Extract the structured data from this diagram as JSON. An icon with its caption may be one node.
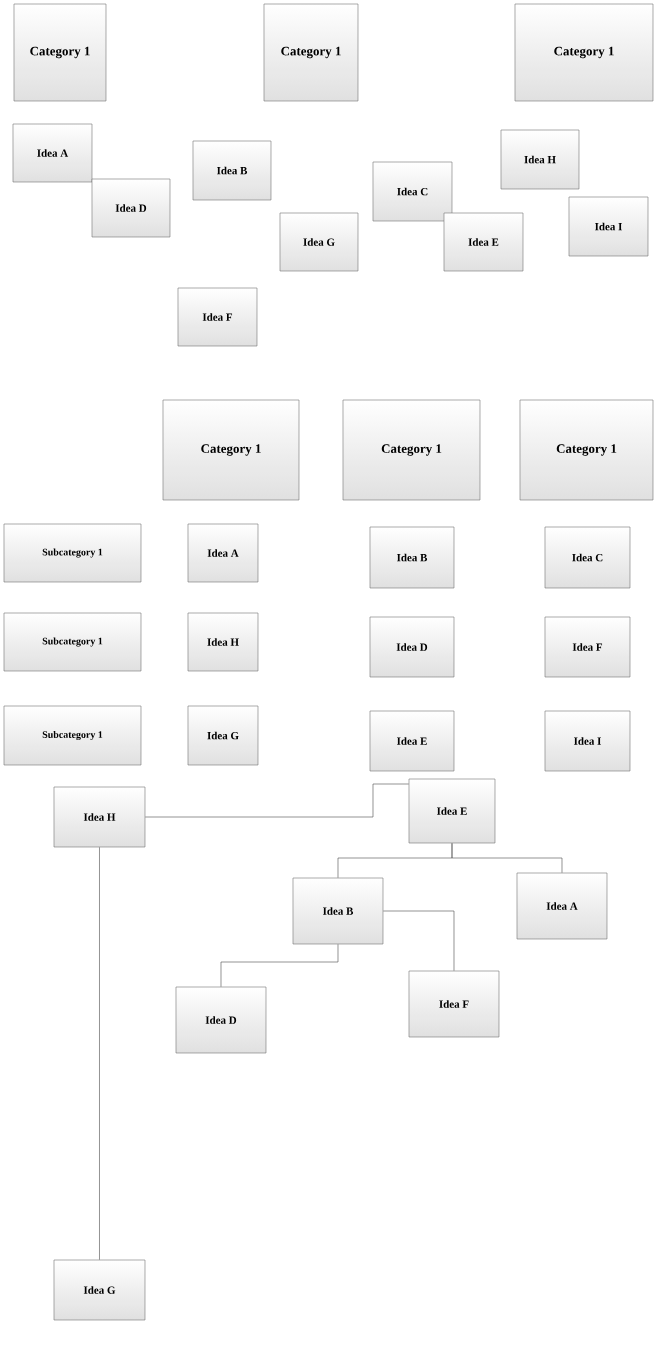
{
  "diagram": {
    "nodes": [
      {
        "text": [
          "Category 1"
        ]
      },
      {
        "text": [
          "Category 1"
        ]
      },
      {
        "text": [
          "Category 1"
        ]
      },
      {
        "text": [
          "Idea A"
        ]
      },
      {
        "text": [
          "Idea B"
        ]
      },
      {
        "text": [
          "Idea H"
        ]
      },
      {
        "text": [
          "Idea C"
        ]
      },
      {
        "text": [
          "Idea D"
        ]
      },
      {
        "text": [
          "Idea I"
        ]
      },
      {
        "text": [
          "Idea G"
        ]
      },
      {
        "text": [
          "Idea E"
        ]
      },
      {
        "text": [
          "Idea F"
        ]
      },
      {
        "text": [
          "Category 1"
        ]
      },
      {
        "text": [
          "Category 1"
        ]
      },
      {
        "text": [
          "Category 1"
        ]
      },
      {
        "text": [
          "Subcategory 1"
        ]
      },
      {
        "text": [
          "Idea A"
        ]
      },
      {
        "text": [
          "Idea B"
        ]
      },
      {
        "text": [
          "Idea C"
        ]
      },
      {
        "text": [
          "Subcategory 1"
        ]
      },
      {
        "text": [
          "Idea H"
        ]
      },
      {
        "text": [
          "Idea D"
        ]
      },
      {
        "text": [
          "Idea F"
        ]
      },
      {
        "text": [
          "Subcategory 1"
        ]
      },
      {
        "text": [
          "Idea G"
        ]
      },
      {
        "text": [
          "Idea E"
        ]
      },
      {
        "text": [
          "Idea I"
        ]
      },
      {
        "text": [
          "Idea E"
        ]
      },
      {
        "text": [
          "Idea H"
        ]
      },
      {
        "text": [
          "Idea B"
        ]
      },
      {
        "text": [
          "Idea A"
        ]
      },
      {
        "text": [
          "Idea F"
        ]
      },
      {
        "text": [
          "Idea D"
        ]
      },
      {
        "text": [
          "Idea G"
        ]
      }
    ],
    "edges": [
      {
        "from": 28,
        "to": 27,
        "arrow": "none"
      },
      {
        "from": 27,
        "to": 29,
        "arrow": "none"
      },
      {
        "from": 27,
        "to": 30,
        "arrow": "none"
      },
      {
        "from": 29,
        "to": 32,
        "arrow": "none"
      },
      {
        "from": 29,
        "to": 31,
        "arrow": "none"
      },
      {
        "from": 28,
        "to": 33,
        "arrow": "none"
      }
    ]
  }
}
